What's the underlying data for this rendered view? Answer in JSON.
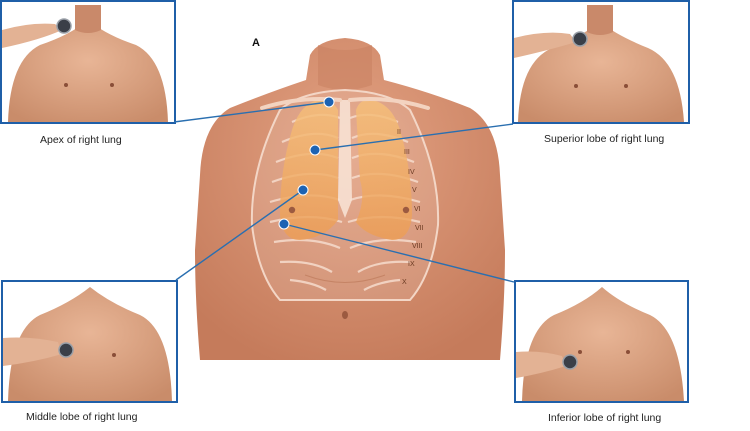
{
  "figure_letter": "A",
  "labels": {
    "apex": "Apex of right lung",
    "superior": "Superior lobe of right lung",
    "middle": "Middle lobe of right lung",
    "inferior": "Inferior lobe of right lung"
  },
  "rib_numerals": [
    "II",
    "III",
    "IV",
    "V",
    "VI",
    "VII",
    "VIII",
    "IX",
    "X"
  ],
  "colors": {
    "frame": "#1f5fa8",
    "leader": "#2a6fb0",
    "marker": "#1d63b3",
    "skin": "#d48b6a",
    "lung": "#f0a75a"
  }
}
